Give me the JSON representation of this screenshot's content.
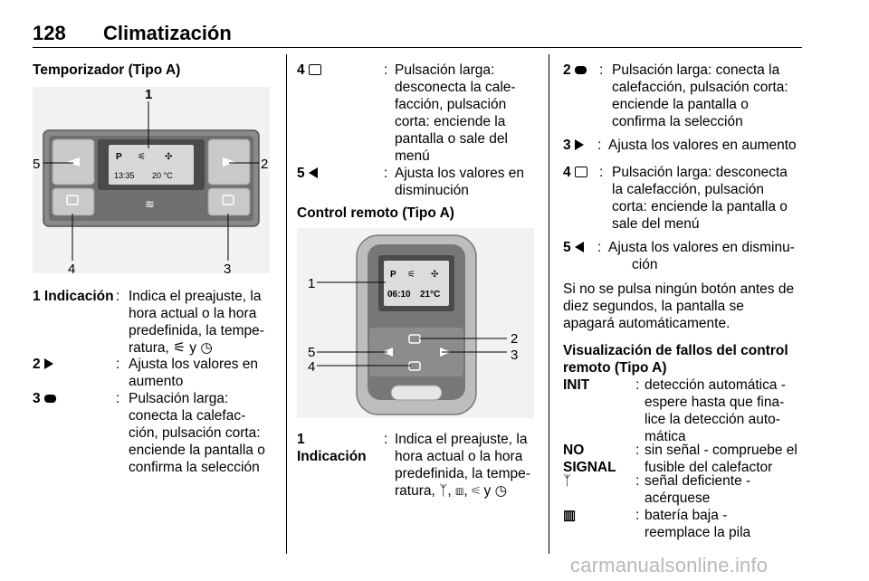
{
  "header": {
    "page_number": "128",
    "title": "Climatización"
  },
  "col1": {
    "heading": "Temporizador (Tipo A)",
    "figure": {
      "display_p": "P",
      "display_time": "13:35",
      "display_temp": "20 °C",
      "callouts": [
        "1",
        "2",
        "3",
        "4",
        "5"
      ]
    },
    "items": [
      {
        "term": "1 Indicación",
        "desc": [
          "Indica el preajuste, la",
          "hora actual o la hora",
          "predefinida, la tempe-",
          "ratura, ⚟ y ◷"
        ]
      },
      {
        "term": "2",
        "desc": [
          "Ajusta los valores en",
          "aumento"
        ]
      },
      {
        "term": "3",
        "desc": [
          "Pulsación larga:",
          "conecta la calefac-",
          "ción, pulsación corta:",
          "enciende la pantalla o",
          "confirma la selección"
        ]
      }
    ]
  },
  "col2": {
    "items": [
      {
        "term": "4",
        "desc": [
          "Pulsación larga:",
          "desconecta la cale-",
          "facción, pulsación",
          "corta: enciende la",
          "pantalla o sale del",
          "menú"
        ]
      },
      {
        "term": "5",
        "desc": [
          "Ajusta los valores en",
          "disminución"
        ]
      }
    ],
    "heading": "Control remoto (Tipo A)",
    "figure": {
      "display_p": "P",
      "display_time": "06:10",
      "display_temp": "21°C",
      "callouts": [
        "1",
        "2",
        "3",
        "4",
        "5"
      ]
    },
    "item_b": {
      "term_line1": "1",
      "term_line2": "Indicación",
      "desc": [
        "Indica el preajuste, la",
        "hora actual o la hora",
        "predefinida, la tempe-",
        "ratura, ᛉ, ▥, ⚟ y ◷"
      ]
    }
  },
  "col3": {
    "items": [
      {
        "term": "2",
        "desc": [
          "Pulsación larga: conecta la",
          "calefacción, pulsación corta:",
          "enciende la pantalla o",
          "confirma la selección"
        ]
      },
      {
        "term": "3",
        "desc": [
          "Ajusta los valores en aumento"
        ]
      },
      {
        "term": "4",
        "desc": [
          "Pulsación larga: desconecta",
          "la calefacción, pulsación",
          "corta: enciende la pantalla o",
          "sale del menú"
        ]
      },
      {
        "term": "5",
        "desc": [
          "Ajusta los valores en disminu-",
          "ción"
        ]
      }
    ],
    "paragraph": [
      "Si no se pulsa ningún botón antes de",
      "diez segundos, la pantalla se",
      "apagará automáticamente."
    ],
    "heading": [
      "Visualización de fallos del control",
      "remoto (Tipo A)"
    ],
    "faults": [
      {
        "term": "INIT",
        "desc": [
          "detección automática -",
          "espere hasta que fina-",
          "lice la detección auto-",
          "mática"
        ]
      },
      {
        "term": "NO",
        "term2": "SIGNAL",
        "desc": [
          "sin señal - compruebe el",
          "fusible del calefactor"
        ]
      },
      {
        "term": "ᛉ",
        "desc": [
          "señal deficiente -",
          "acérquese"
        ]
      },
      {
        "term": "▥",
        "desc": [
          "batería baja -",
          "reemplace la pila"
        ]
      }
    ]
  },
  "footer": {
    "watermark": "carmanualsonline.info"
  }
}
